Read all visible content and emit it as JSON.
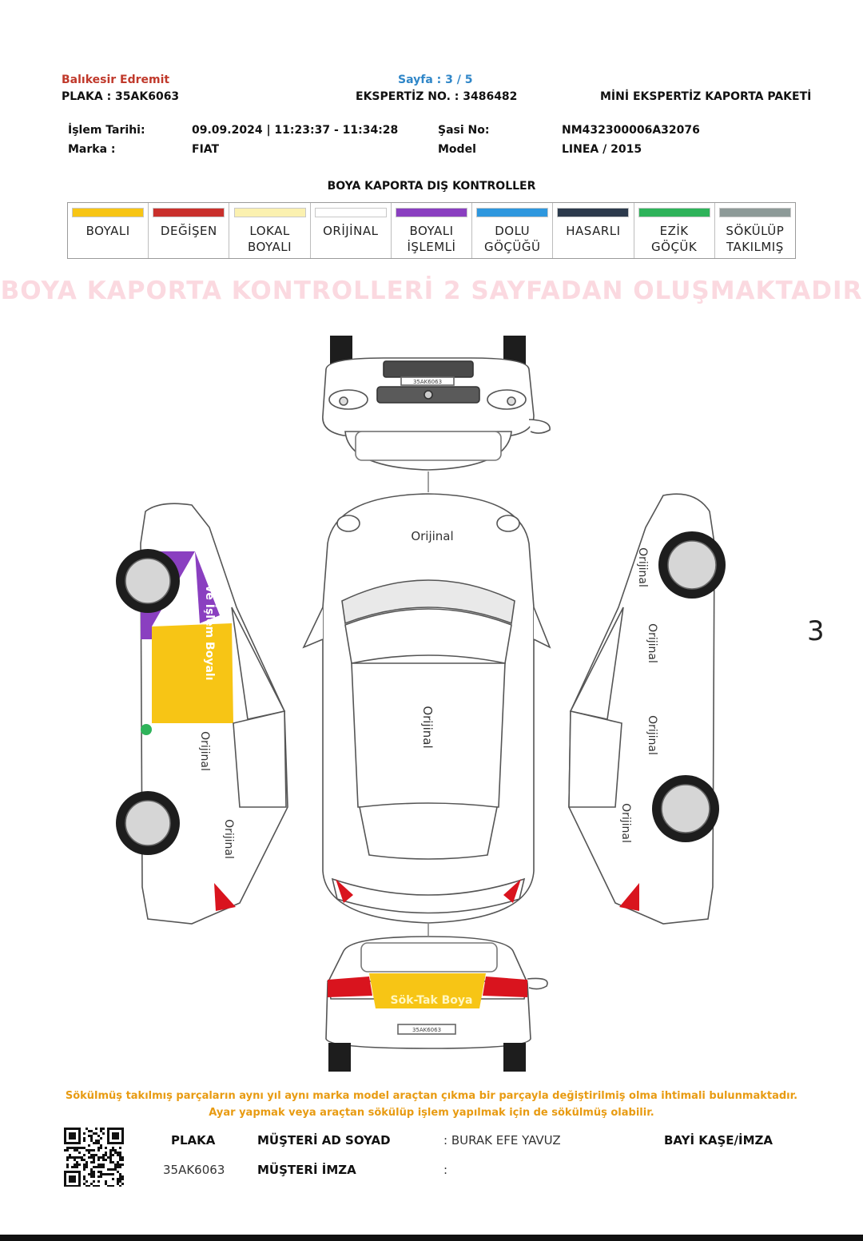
{
  "header": {
    "location": "Balıkesir Edremit",
    "plate_label": "PLAKA : 35AK6063",
    "page": "Sayfa : 3 / 5",
    "expertise_no": "EKSPERTİZ NO. : 3486482",
    "package": "MİNİ EKSPERTİZ KAPORTA PAKETİ"
  },
  "info": {
    "date_label": "İşlem Tarihi:",
    "date_value": "09.09.2024 | 11:23:37 - 11:34:28",
    "brand_label": "Marka :",
    "brand_value": "FIAT",
    "chassis_label": "Şasi No:",
    "chassis_value": "NM432300006A32076",
    "model_label": "Model",
    "model_value": "LINEA / 2015"
  },
  "section_title": "BOYA KAPORTA DIŞ KONTROLLER",
  "legend": [
    {
      "l1": "BOYALI",
      "l2": "",
      "color": "#f7c515"
    },
    {
      "l1": "DEĞİŞEN",
      "l2": "",
      "color": "#c9302c"
    },
    {
      "l1": "LOKAL",
      "l2": "BOYALI",
      "color": "#fbf1b0"
    },
    {
      "l1": "ORİJİNAL",
      "l2": "",
      "color": "#ffffff"
    },
    {
      "l1": "BOYALI",
      "l2": "İŞLEMLİ",
      "color": "#8a3fc0"
    },
    {
      "l1": "DOLU",
      "l2": "GÖÇÜĞÜ",
      "color": "#2e97de"
    },
    {
      "l1": "HASARLI",
      "l2": "",
      "color": "#2c3a4c"
    },
    {
      "l1": "EZİK",
      "l2": "GÖÇÜK",
      "color": "#2eb35a"
    },
    {
      "l1": "SÖKÜLÜP",
      "l2": "TAKILMIŞ",
      "color": "#8d9a98"
    }
  ],
  "watermark": "BOYA KAPORTA KONTROLLERİ 2 SAYFADAN OLUŞMAKTADIR",
  "diagram": {
    "front_plate": "35AK6063",
    "rear_plate": "35AK6063",
    "roof_label": "Orijinal",
    "hood_label": "Orijinal",
    "left_top_label": "Boya ve İşlem Boyalı",
    "left_mid_label": "Orijinal",
    "left_rear_label": "Orijinal",
    "right_label_1": "Orijinal",
    "right_label_2": "Orijinal",
    "right_label_3": "Orijinal",
    "right_label_4": "Orijinal",
    "rear_label": "Sök-Tak Boya",
    "page_number": "3"
  },
  "notes": {
    "line1": "Sökülmüş takılmış parçaların aynı yıl aynı marka model araçtan çıkma bir parçayla değiştirilmiş olma ihtimali bulunmaktadır.",
    "line2": "Ayar yapmak veya araçtan sökülüp işlem yapılmak için de sökülmüş olabilir."
  },
  "footer": {
    "plate_header": "PLAKA",
    "plate_value": "35AK6063",
    "customer_label": "MÜŞTERİ AD SOYAD",
    "customer_value": ": BURAK EFE YAVUZ",
    "signature_label": "MÜŞTERİ İMZA",
    "signature_value": ":",
    "stamp_label": "BAYİ KAŞE/İMZA"
  }
}
